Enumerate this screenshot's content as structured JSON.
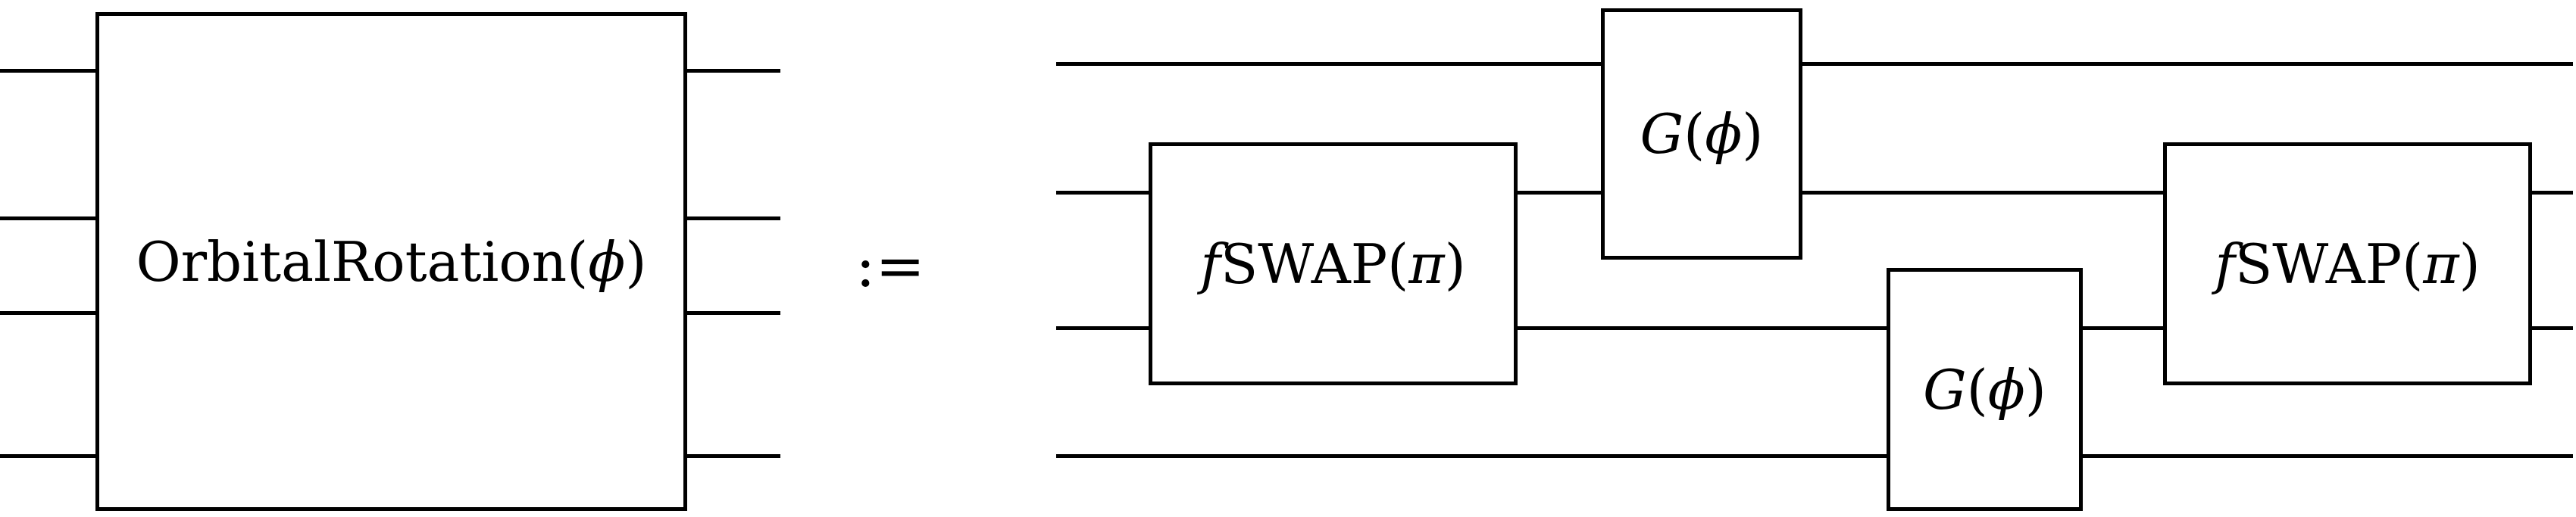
{
  "diagram": {
    "relation_symbol": ":=",
    "wire_count": 4,
    "colors": {
      "ink": "#000000",
      "background": "#ffffff"
    },
    "labels": {
      "orbital": {
        "pre": "OrbitalRotation(",
        "arg": "ϕ",
        "post": ")"
      },
      "fswap": {
        "f": "f",
        "mid": "SWAP(",
        "arg": "π",
        "post": ")"
      },
      "g": {
        "name": "G",
        "open": "(",
        "arg": "ϕ",
        "post": ")"
      }
    },
    "full_labels": {
      "orbital_rotation_gate": "OrbitalRotation(ϕ)",
      "fswap_gate": "fSWAP(π)",
      "givens_gate": "G(ϕ)"
    }
  }
}
